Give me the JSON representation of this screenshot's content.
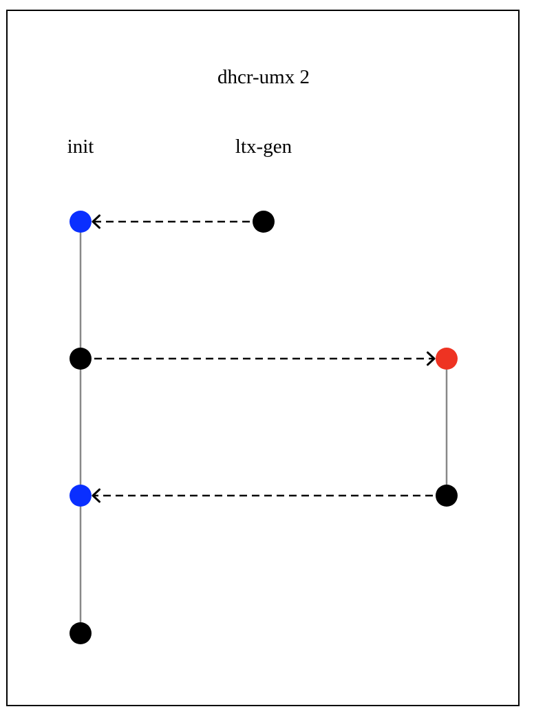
{
  "title": "dhcr-umx 2",
  "lanes": [
    {
      "id": "init",
      "label": "init"
    },
    {
      "id": "ltx-gen",
      "label": "ltx-gen"
    },
    {
      "id": "lane-3",
      "label": ""
    }
  ],
  "nodes": [
    {
      "id": "init-1",
      "lane": "init",
      "step": 1,
      "color": "#0a2fff"
    },
    {
      "id": "init-2",
      "lane": "init",
      "step": 2,
      "color": "#000000"
    },
    {
      "id": "init-3",
      "lane": "init",
      "step": 3,
      "color": "#0a2fff"
    },
    {
      "id": "init-4",
      "lane": "init",
      "step": 4,
      "color": "#000000"
    },
    {
      "id": "ltx-1",
      "lane": "ltx-gen",
      "step": 1,
      "color": "#000000"
    },
    {
      "id": "l3-2",
      "lane": "lane-3",
      "step": 2,
      "color": "#ee3322"
    },
    {
      "id": "l3-3",
      "lane": "lane-3",
      "step": 3,
      "color": "#000000"
    }
  ],
  "timelines": [
    {
      "from": "init-1",
      "to": "init-4"
    },
    {
      "from": "l3-2",
      "to": "l3-3"
    }
  ],
  "messages": [
    {
      "from": "ltx-1",
      "to": "init-1",
      "style": "dashed"
    },
    {
      "from": "init-2",
      "to": "l3-2",
      "style": "dashed"
    },
    {
      "from": "l3-3",
      "to": "init-3",
      "style": "dashed"
    }
  ],
  "colors": {
    "timeline": "#888888",
    "arrow": "#000000",
    "frame": "#000000"
  }
}
